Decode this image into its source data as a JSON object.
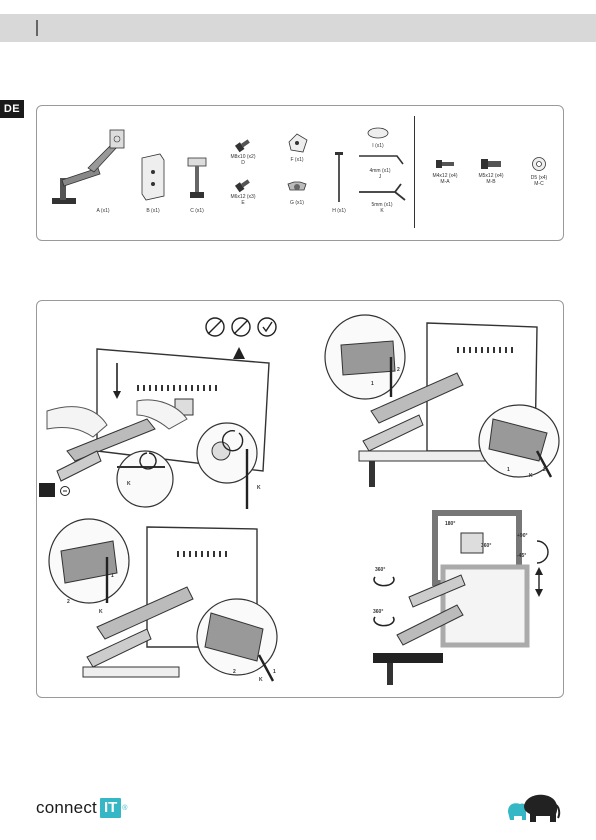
{
  "header": {
    "language_tab": "DE"
  },
  "parts_panel": {
    "parts": [
      {
        "id": "arm",
        "label": "A (x1)"
      },
      {
        "id": "bracket",
        "label": "B (x1)"
      },
      {
        "id": "clamp",
        "label": "C (x1)"
      },
      {
        "id": "screw_d",
        "label": "M8x10 (x2)",
        "sub": "D"
      },
      {
        "id": "screw_e",
        "label": "M6x12 (x3)",
        "sub": "E"
      },
      {
        "id": "plate_f",
        "label": "F (x1)"
      },
      {
        "id": "nut_g",
        "label": "G (x1)"
      },
      {
        "id": "bolt_h",
        "label": "H (x1)"
      },
      {
        "id": "washer_i",
        "label": "I (x1)"
      },
      {
        "id": "key_j",
        "label": "4mm (x1)",
        "sub": "J"
      },
      {
        "id": "key_k",
        "label": "5mm (x1)",
        "sub": "K"
      },
      {
        "id": "screw_ma",
        "label": "M4x12 (x4)",
        "sub": "M-A"
      },
      {
        "id": "screw_mb",
        "label": "M5x12 (x4)",
        "sub": "M-B"
      },
      {
        "id": "washer_mc",
        "label": "D5 (x4)",
        "sub": "M-C"
      }
    ]
  },
  "steps_panel": {
    "labels": {
      "k1": "K",
      "k2": "K",
      "k3": "K",
      "k4": "K",
      "k5": "K",
      "n1": "1",
      "n2": "2",
      "n3": "1",
      "n4": "2",
      "n5": "1",
      "n6": "2",
      "n7": "1",
      "n8": "2",
      "rot1": "180°",
      "rot2": "360°",
      "rot3": "360°",
      "rot4": "360°",
      "tilt_up": "+90°",
      "tilt_down": "-45°"
    }
  },
  "footer": {
    "brand": "connect",
    "brand_box": "IT",
    "reg": "®"
  }
}
